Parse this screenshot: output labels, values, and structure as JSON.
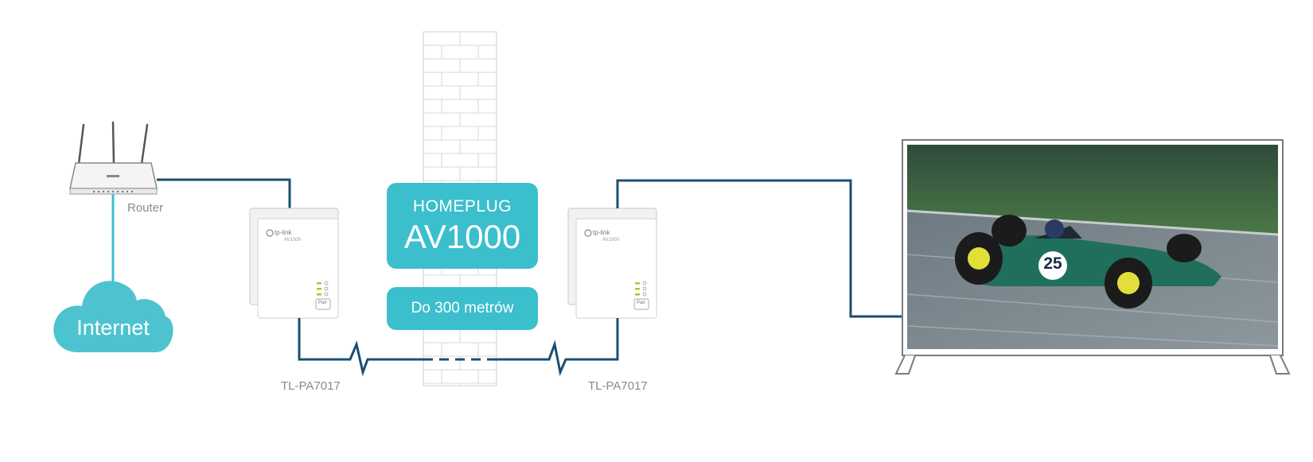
{
  "diagram": {
    "router_label": "Router",
    "internet_label": "Internet",
    "adapter_left_label": "TL-PA7017",
    "adapter_right_label": "TL-PA7017",
    "adapter_brand": "tp-link",
    "adapter_model": "AV1000",
    "adapter_pair_button": "Pair",
    "standard_line1": "HOMEPLUG",
    "standard_line2": "AV1000",
    "distance": "Do 300 metrów",
    "tv_badge_number": "25"
  },
  "colors": {
    "teal": "#3bbfcc",
    "cable": "#1a4f73",
    "device_outline": "#9a9a9a",
    "led_green": "#9acd32"
  }
}
